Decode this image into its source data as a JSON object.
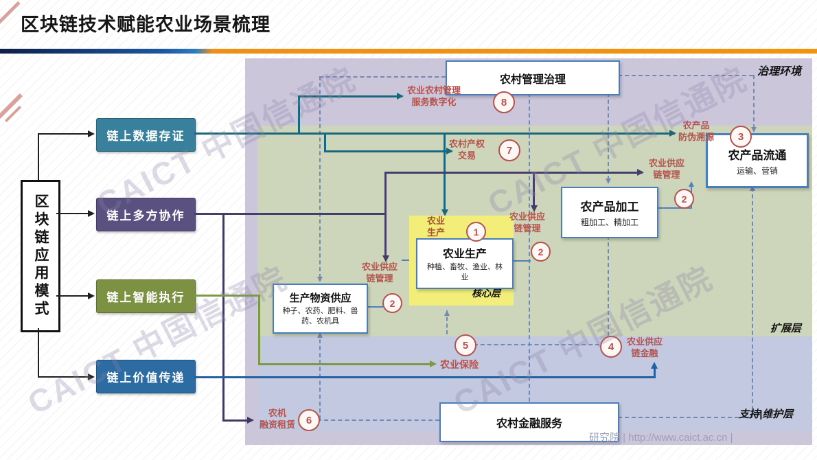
{
  "slide_title": "区块链技术赋能农业场景梳理",
  "left_panel": {
    "root_label": "区块链应用模式",
    "modes": [
      {
        "label": "链上数据存证",
        "color": "#38809b"
      },
      {
        "label": "链上多方协作",
        "color": "#5a5180"
      },
      {
        "label": "链上智能执行",
        "color": "#7d9143"
      },
      {
        "label": "链上价值传递",
        "color": "#2d6ba3"
      }
    ]
  },
  "layer_labels": {
    "governance": "治理环境",
    "core": "核心层",
    "extension": "扩展层",
    "support": "支持|维护层"
  },
  "boxes": {
    "governance": {
      "title": "农村管理治理"
    },
    "circulation": {
      "title": "农产品流通",
      "subtitle": "运输、营销"
    },
    "processing": {
      "title": "农产品加工",
      "subtitle": "粗加工、精加工"
    },
    "production": {
      "title": "农业生产",
      "subtitle": "种植、畜牧、渔业、林业"
    },
    "inputs": {
      "title": "生产物资供应",
      "subtitle": "种子、农药、肥料、兽药、农机具"
    },
    "finance": {
      "title": "农村金融服务"
    }
  },
  "scenarios": {
    "s1": {
      "num": "1",
      "line1": "农业",
      "line2": "生产"
    },
    "s2_production": {
      "num": "2",
      "line1": "农业供应",
      "line2": "链管理"
    },
    "s2_processing": {
      "num": "2",
      "line1": "农业供应",
      "line2": "链管理"
    },
    "s2_circulation": {
      "num": "2",
      "line1": "农业供应",
      "line2": "链管理"
    },
    "s3": {
      "num": "3",
      "line1": "农产品",
      "line2": "防伪溯源"
    },
    "s4": {
      "num": "4",
      "line1": "农业供应",
      "line2": "链金融"
    },
    "s5": {
      "num": "5",
      "line1": "农业保险",
      "line2": ""
    },
    "s6": {
      "num": "6",
      "line1": "农机",
      "line2": "融资租赁"
    },
    "s7": {
      "num": "7",
      "line1": "农村产权",
      "line2": "交易"
    },
    "s8": {
      "num": "8",
      "line1": "农业农村管理",
      "line2": "服务数字化"
    }
  },
  "watermark": {
    "brand": "CAICT 中国信通院",
    "footer": "研究院  |  http://www.caict.ac.cn  |"
  },
  "colors": {
    "mode_teal": "#38809b",
    "mode_purple": "#5a5180",
    "mode_olive": "#7d9143",
    "mode_blue": "#2d6ba3",
    "line_teal": "#19677c",
    "line_purple": "#453e6b",
    "line_green": "#7c9a40",
    "line_blue": "#2260a0",
    "line_navy": "#3f3963",
    "thin_blue": "#4f81bd",
    "dashed_blue": "#7189b5",
    "label_red": "#b5524c",
    "box_border": "#4a7ebb",
    "bg_purple": "#ccc6db",
    "bg_green": "#cdd5ba",
    "bg_blue": "#c3c9e0",
    "core_yellow": "#f2ee79",
    "bar_navy": "#0e1f49",
    "bar_orange": "#f0950c"
  }
}
